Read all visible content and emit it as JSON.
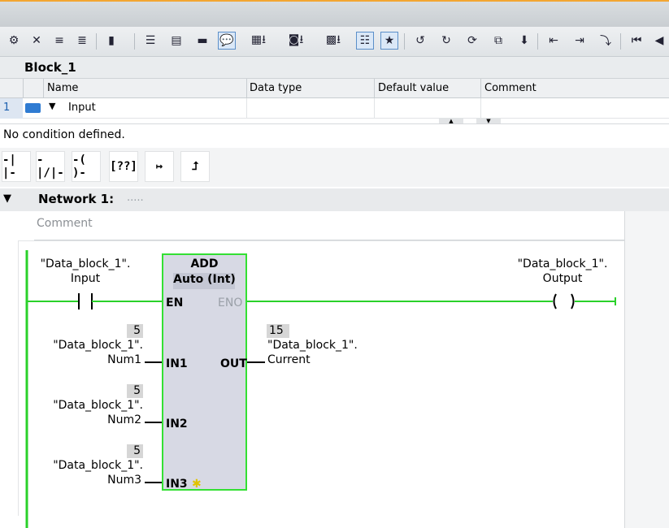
{
  "toolbar": {
    "icons": [
      "insert-network-icon",
      "delete-network-icon",
      "insert-row-icon",
      "add-row-icon",
      "insert-empty-box-icon",
      "open-branch-icon",
      "absolute-symbolic-icon",
      "networks-all-icon",
      "comment-toggle-icon",
      "favorites-icon",
      "breakpoint-icon",
      "monitoring-icon",
      "goto-previous-error-icon",
      "goto-next-error-icon",
      "update-calls-icon"
    ]
  },
  "block": {
    "title": "Block_1"
  },
  "interface": {
    "headers": [
      "Name",
      "Data type",
      "Default value",
      "Comment"
    ],
    "row": {
      "index": "1",
      "name": "Input"
    }
  },
  "condition": {
    "text": "No condition defined."
  },
  "favorites": {
    "items": [
      "-| |-",
      "-|/|-",
      "-( )-",
      "[??]",
      "↦",
      "⮥"
    ]
  },
  "network": {
    "title": "Network 1:",
    "dots": ".....",
    "comment_placeholder": "Comment"
  },
  "ladder": {
    "contact": {
      "line1": "\"Data_block_1\".",
      "line2": "Input"
    },
    "coil": {
      "line1": "\"Data_block_1\".",
      "line2": "Output"
    },
    "add_block": {
      "name": "ADD",
      "type": "Auto (Int)",
      "en": "EN",
      "eno": "ENO",
      "in1": "IN1",
      "in2": "IN2",
      "in3": "IN3",
      "out": "OUT"
    },
    "inputs": [
      {
        "value": "5",
        "line1": "\"Data_block_1\".",
        "line2": "Num1"
      },
      {
        "value": "5",
        "line1": "\"Data_block_1\".",
        "line2": "Num2"
      },
      {
        "value": "5",
        "line1": "\"Data_block_1\".",
        "line2": "Num3"
      }
    ],
    "output": {
      "value": "15",
      "line1": "\"Data_block_1\".",
      "line2": "Current"
    }
  },
  "colors": {
    "selection": "#33e033",
    "rail": "#2ad12a",
    "block_fill": "#d7d9e4"
  }
}
